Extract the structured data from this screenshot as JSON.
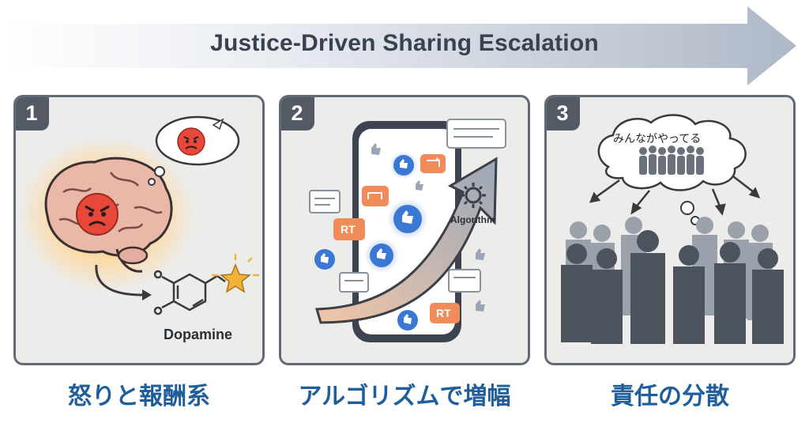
{
  "banner": {
    "title": "Justice-Driven Sharing Escalation"
  },
  "panels": [
    {
      "number": "1",
      "caption": "怒りと報酬系",
      "molecule_label": "Dopamine"
    },
    {
      "number": "2",
      "caption": "アルゴリズムで増幅",
      "gear_label": "Algorithm",
      "retweet_label": "RT"
    },
    {
      "number": "3",
      "caption": "責任の分散",
      "thought_text": "みんながやってる"
    }
  ],
  "colors": {
    "caption": "#1f5d9b",
    "badge": "#535a64",
    "like": "#3b78d4",
    "retweet": "#ef8c5a",
    "anger": "#e8483a"
  },
  "icons": [
    "angry-face-icon",
    "brain-icon",
    "star-icon",
    "like-icon",
    "retweet-icon",
    "gear-icon",
    "person-silhouette-icon"
  ]
}
